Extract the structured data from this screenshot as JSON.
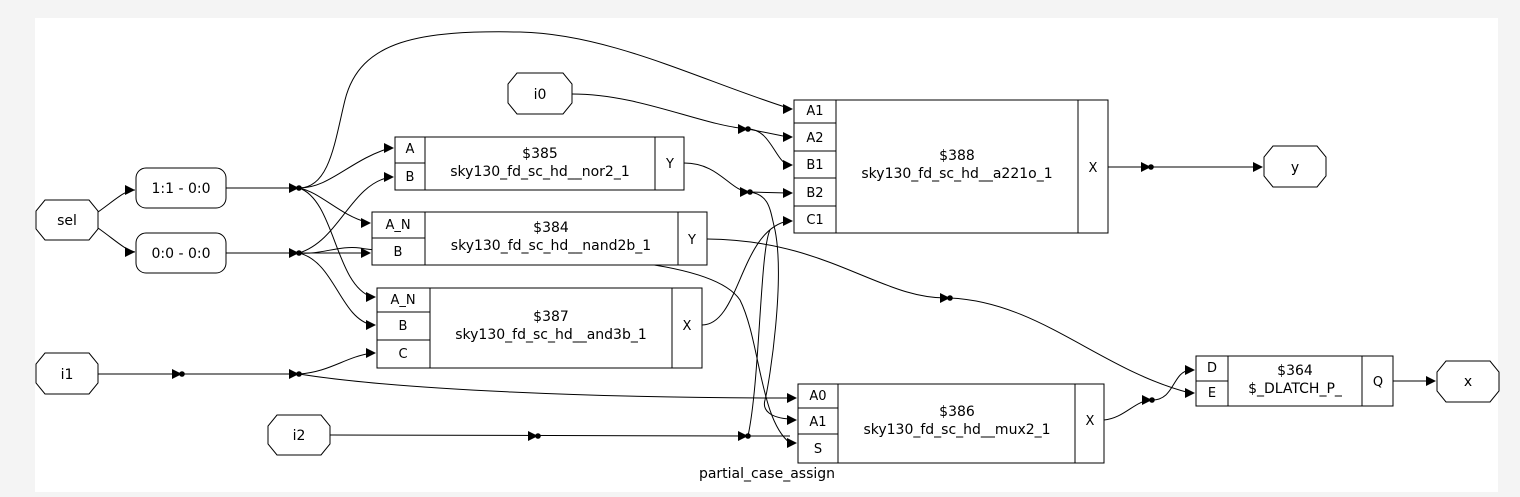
{
  "title": "partial_case_assign",
  "ports": {
    "sel": "sel",
    "i0": "i0",
    "i1": "i1",
    "i2": "i2",
    "y": "y",
    "x": "x"
  },
  "slices": {
    "s11": "1:1 - 0:0",
    "s00": "0:0 - 0:0"
  },
  "cells": {
    "c385": {
      "id": "$385",
      "type": "sky130_fd_sc_hd__nor2_1",
      "inputs": [
        "A",
        "B"
      ],
      "output": "Y"
    },
    "c384": {
      "id": "$384",
      "type": "sky130_fd_sc_hd__nand2b_1",
      "inputs": [
        "A_N",
        "B"
      ],
      "output": "Y"
    },
    "c387": {
      "id": "$387",
      "type": "sky130_fd_sc_hd__and3b_1",
      "inputs": [
        "A_N",
        "B",
        "C"
      ],
      "output": "X"
    },
    "c388": {
      "id": "$388",
      "type": "sky130_fd_sc_hd__a221o_1",
      "inputs": [
        "A1",
        "A2",
        "B1",
        "B2",
        "C1"
      ],
      "output": "X"
    },
    "c386": {
      "id": "$386",
      "type": "sky130_fd_sc_hd__mux2_1",
      "inputs": [
        "A0",
        "A1",
        "S"
      ],
      "output": "X"
    },
    "c364": {
      "id": "$364",
      "type": "$_DLATCH_P_",
      "inputs": [
        "D",
        "E"
      ],
      "output": "Q"
    }
  }
}
